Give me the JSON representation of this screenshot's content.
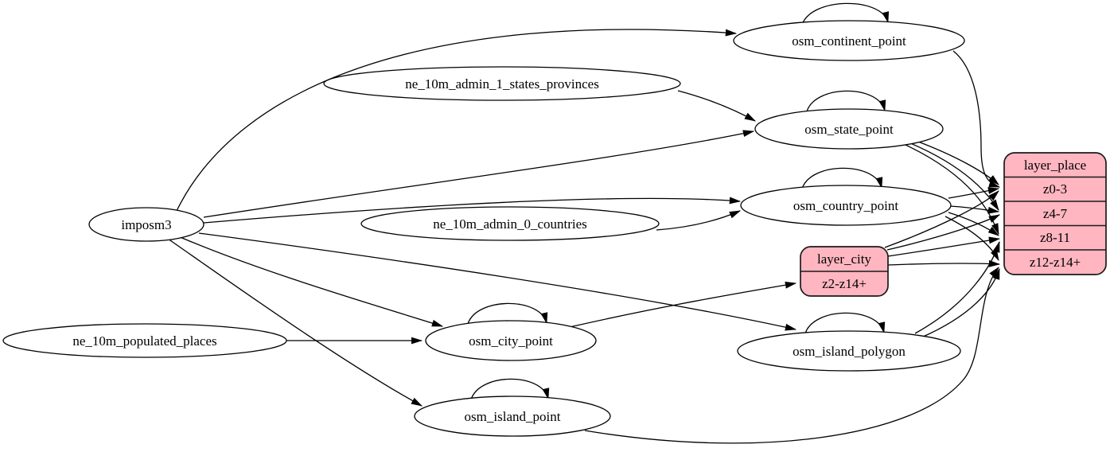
{
  "diagram": {
    "type": "graphviz-etl-digraph",
    "background": "#ffffff",
    "colors": {
      "node_fill": "#ffffff",
      "layer_fill": "#ffb6c1",
      "stroke": "#000000",
      "text": "#000000"
    },
    "nodes": {
      "imposm3": {
        "label": "imposm3",
        "shape": "ellipse"
      },
      "ne_10m_admin_1_states_provinces": {
        "label": "ne_10m_admin_1_states_provinces",
        "shape": "ellipse"
      },
      "ne_10m_admin_0_countries": {
        "label": "ne_10m_admin_0_countries",
        "shape": "ellipse"
      },
      "ne_10m_populated_places": {
        "label": "ne_10m_populated_places",
        "shape": "ellipse"
      },
      "osm_continent_point": {
        "label": "osm_continent_point",
        "shape": "ellipse"
      },
      "osm_state_point": {
        "label": "osm_state_point",
        "shape": "ellipse"
      },
      "osm_country_point": {
        "label": "osm_country_point",
        "shape": "ellipse"
      },
      "osm_city_point": {
        "label": "osm_city_point",
        "shape": "ellipse"
      },
      "osm_island_polygon": {
        "label": "osm_island_polygon",
        "shape": "ellipse"
      },
      "osm_island_point": {
        "label": "osm_island_point",
        "shape": "ellipse"
      },
      "layer_place": {
        "label": "layer_place",
        "rows": [
          "z0-3",
          "z4-7",
          "z8-11",
          "z12-z14+"
        ],
        "shape": "record"
      },
      "layer_city": {
        "label": "layer_city",
        "rows": [
          "z2-z14+"
        ],
        "shape": "record"
      }
    },
    "edges": [
      {
        "from": "imposm3",
        "to": "osm_continent_point"
      },
      {
        "from": "imposm3",
        "to": "osm_state_point"
      },
      {
        "from": "imposm3",
        "to": "osm_country_point"
      },
      {
        "from": "imposm3",
        "to": "osm_city_point"
      },
      {
        "from": "imposm3",
        "to": "osm_island_polygon"
      },
      {
        "from": "imposm3",
        "to": "osm_island_point"
      },
      {
        "from": "ne_10m_admin_1_states_provinces",
        "to": "osm_state_point"
      },
      {
        "from": "ne_10m_admin_0_countries",
        "to": "osm_country_point"
      },
      {
        "from": "ne_10m_populated_places",
        "to": "osm_city_point"
      },
      {
        "from": "osm_continent_point",
        "to": "osm_continent_point"
      },
      {
        "from": "osm_state_point",
        "to": "osm_state_point"
      },
      {
        "from": "osm_country_point",
        "to": "osm_country_point"
      },
      {
        "from": "osm_city_point",
        "to": "osm_city_point"
      },
      {
        "from": "osm_island_polygon",
        "to": "osm_island_polygon"
      },
      {
        "from": "osm_island_point",
        "to": "osm_island_point"
      },
      {
        "from": "osm_continent_point",
        "to": "layer_place:z0-3"
      },
      {
        "from": "osm_state_point",
        "to": "layer_place:z0-3"
      },
      {
        "from": "osm_state_point",
        "to": "layer_place:z4-7"
      },
      {
        "from": "osm_state_point",
        "to": "layer_place:z8-11"
      },
      {
        "from": "osm_country_point",
        "to": "layer_place:z0-3"
      },
      {
        "from": "osm_country_point",
        "to": "layer_place:z4-7"
      },
      {
        "from": "osm_country_point",
        "to": "layer_place:z8-11"
      },
      {
        "from": "osm_country_point",
        "to": "layer_place:z12-z14+"
      },
      {
        "from": "osm_city_point",
        "to": "layer_city:z2-z14+"
      },
      {
        "from": "layer_city",
        "to": "layer_place:z0-3"
      },
      {
        "from": "layer_city",
        "to": "layer_place:z4-7"
      },
      {
        "from": "layer_city",
        "to": "layer_place:z8-11"
      },
      {
        "from": "layer_city",
        "to": "layer_place:z12-z14+"
      },
      {
        "from": "osm_island_polygon",
        "to": "layer_place:z8-11"
      },
      {
        "from": "osm_island_polygon",
        "to": "layer_place:z12-z14+"
      },
      {
        "from": "osm_island_point",
        "to": "layer_place:z12-z14+"
      }
    ]
  }
}
